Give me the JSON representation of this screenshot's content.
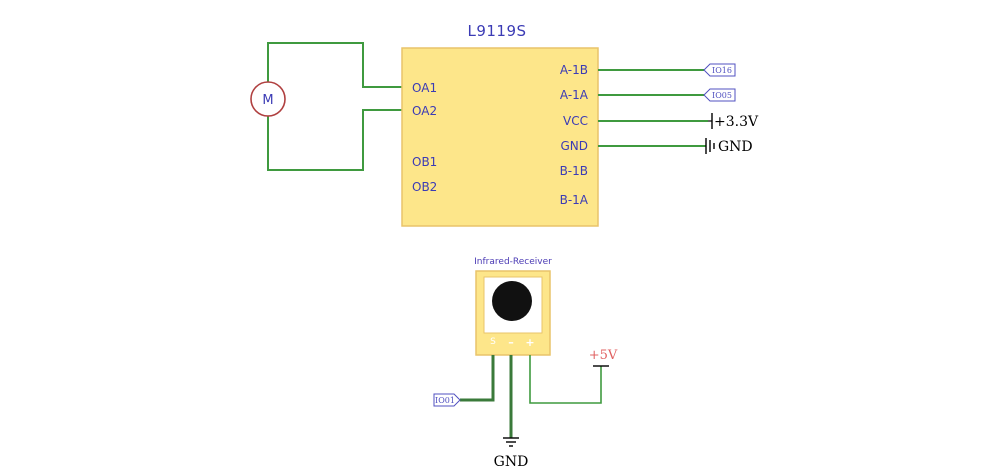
{
  "chip": {
    "title": "L9119S",
    "left_pins": [
      "OA1",
      "OA2",
      "OB1",
      "OB2"
    ],
    "right_pins": [
      "A-1B",
      "A-1A",
      "VCC",
      "GND",
      "B-1B",
      "B-1A"
    ]
  },
  "motor": {
    "label": "M"
  },
  "net_labels": {
    "io16": "IO16",
    "io05": "IO05",
    "io01": "IO01"
  },
  "power": {
    "v33": "+3.3V",
    "gnd_right": "GND",
    "v5": "+5V",
    "gnd_bottom": "GND"
  },
  "ir_receiver": {
    "title": "Infrared-Receiver",
    "pins": [
      "S",
      "–",
      "+"
    ]
  },
  "colors": {
    "wire": "#3f9a3f",
    "chip_fill": "#fde68a",
    "ir_fill": "#fde68a",
    "label_text": "#3b3bb5",
    "power_5v": "#e06060"
  }
}
